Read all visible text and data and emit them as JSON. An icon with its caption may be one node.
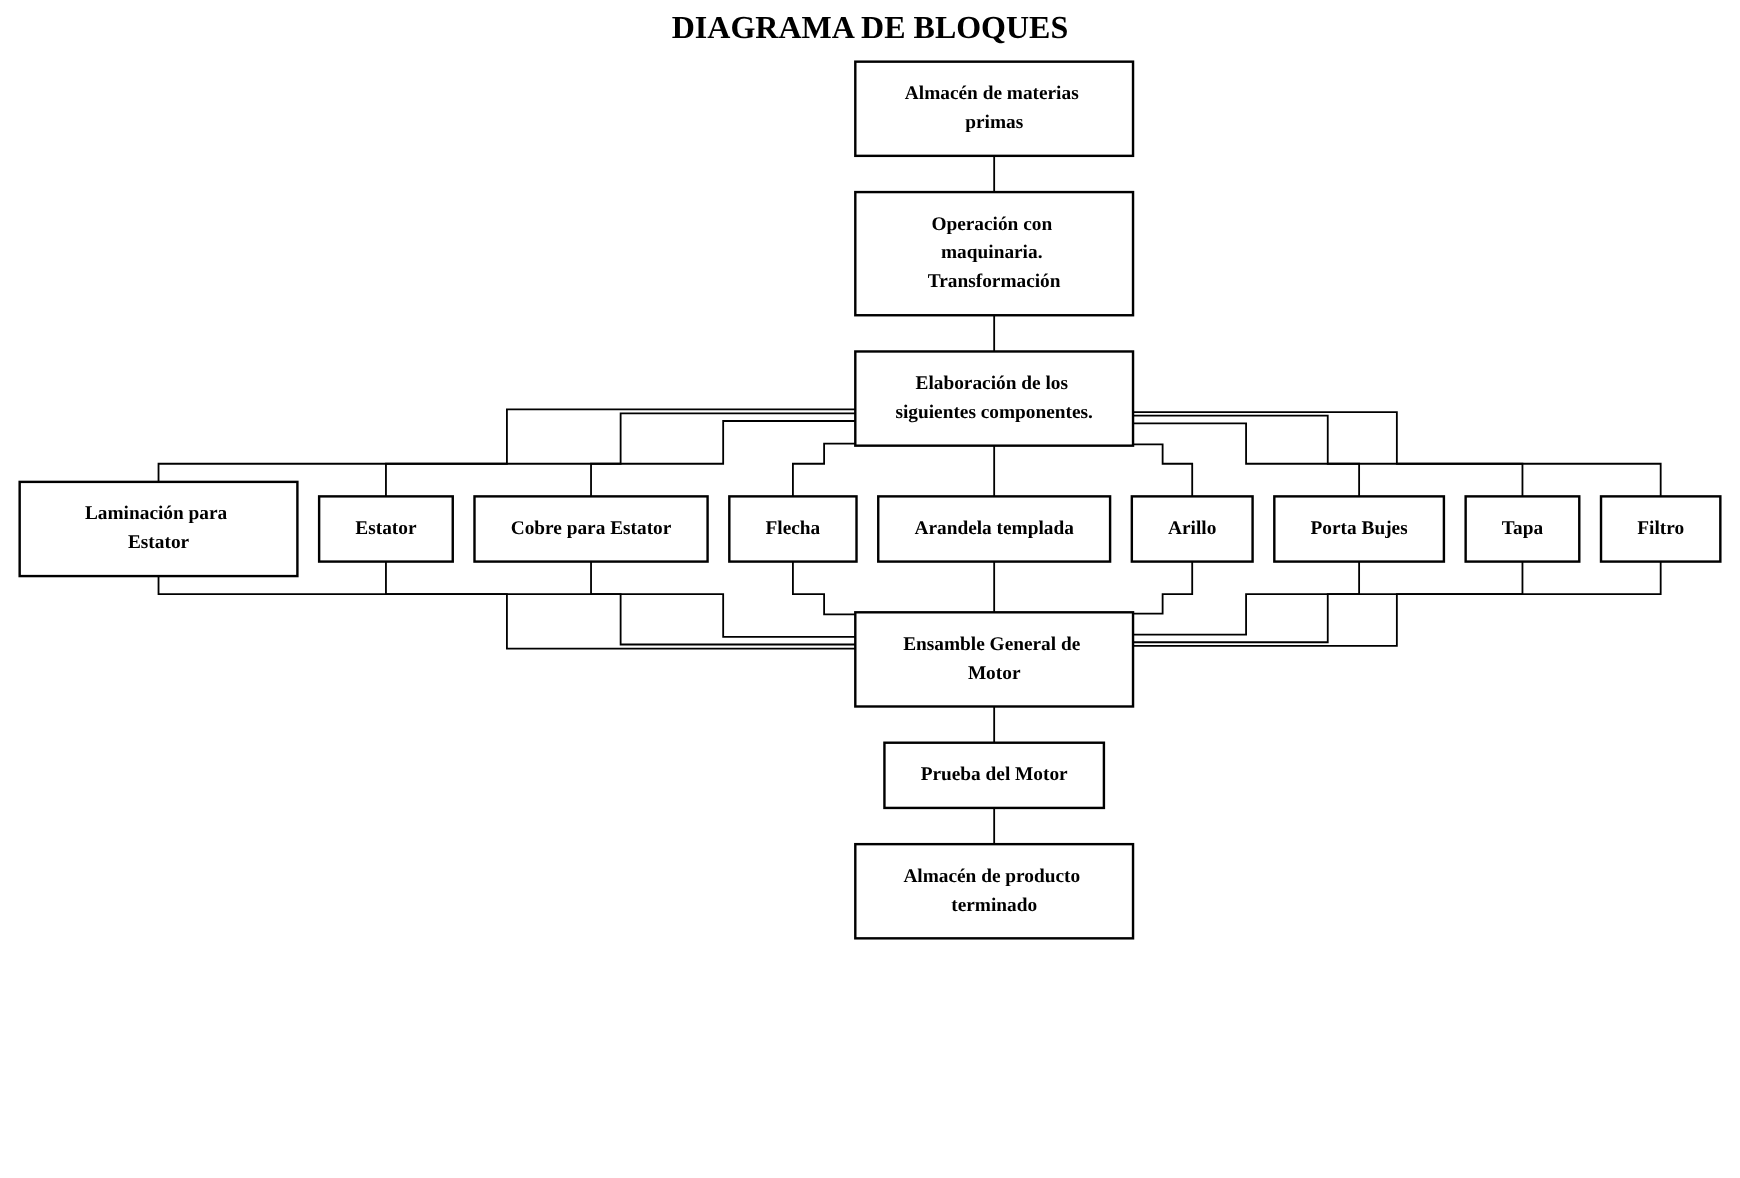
{
  "diagram": {
    "title": "DIAGRAMA DE BLOQUES",
    "nodes": [
      {
        "text": [
          "Almacén de materias primas"
        ]
      },
      {
        "text": [
          "Operación con maquinaria. Transformación"
        ]
      },
      {
        "text": [
          "Elaboración de los siguientes componentes."
        ]
      },
      {
        "text": [
          "Laminación para Estator"
        ]
      },
      {
        "text": [
          "Flecha"
        ]
      },
      {
        "text": [
          "Arandela templada"
        ]
      },
      {
        "text": [
          "Arillo"
        ]
      },
      {
        "text": [
          "Filtro"
        ]
      },
      {
        "text": [
          "Estator"
        ]
      },
      {
        "text": [
          "Cobre para Estator"
        ]
      },
      {
        "text": [
          "Porta Bujes"
        ]
      },
      {
        "text": [
          "Tapa"
        ]
      },
      {
        "text": [
          "Ensamble General de Motor"
        ]
      },
      {
        "text": [
          "Prueba del Motor"
        ]
      },
      {
        "text": [
          "Almacén de producto terminado"
        ]
      }
    ],
    "edges": [
      {
        "from": 0,
        "to": 1,
        "arrow": "none"
      },
      {
        "from": 1,
        "to": 2,
        "arrow": "none"
      },
      {
        "from": 2,
        "to": 3,
        "arrow": "none"
      },
      {
        "from": 2,
        "to": 8,
        "arrow": "none"
      },
      {
        "from": 2,
        "to": 9,
        "arrow": "none"
      },
      {
        "from": 2,
        "to": 4,
        "arrow": "none"
      },
      {
        "from": 2,
        "to": 5,
        "arrow": "none"
      },
      {
        "from": 2,
        "to": 6,
        "arrow": "none"
      },
      {
        "from": 2,
        "to": 10,
        "arrow": "none"
      },
      {
        "from": 2,
        "to": 11,
        "arrow": "none"
      },
      {
        "from": 2,
        "to": 7,
        "arrow": "none"
      },
      {
        "from": 3,
        "to": 12,
        "arrow": "none"
      },
      {
        "from": 8,
        "to": 12,
        "arrow": "none"
      },
      {
        "from": 9,
        "to": 12,
        "arrow": "none"
      },
      {
        "from": 4,
        "to": 12,
        "arrow": "none"
      },
      {
        "from": 5,
        "to": 12,
        "arrow": "none"
      },
      {
        "from": 6,
        "to": 12,
        "arrow": "none"
      },
      {
        "from": 10,
        "to": 12,
        "arrow": "none"
      },
      {
        "from": 11,
        "to": 12,
        "arrow": "none"
      },
      {
        "from": 7,
        "to": 12,
        "arrow": "none"
      },
      {
        "from": 12,
        "to": 13,
        "arrow": "none"
      },
      {
        "from": 13,
        "to": 14,
        "arrow": "none"
      }
    ]
  }
}
